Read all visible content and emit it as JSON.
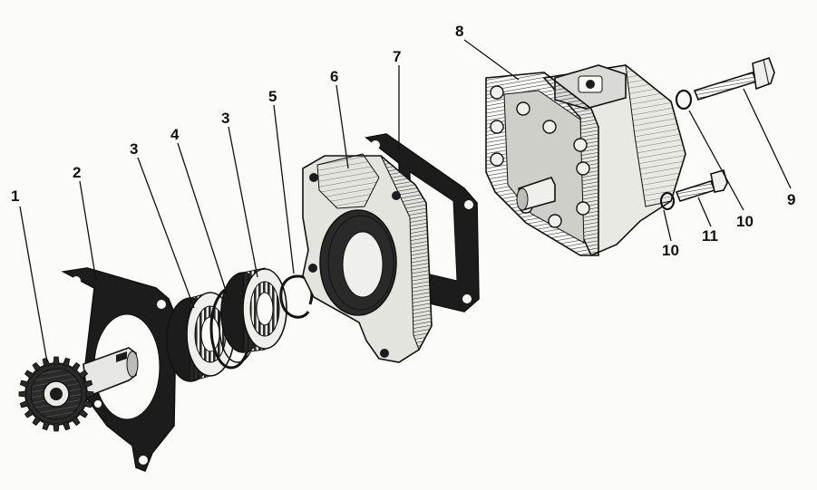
{
  "diagram": {
    "kind": "exploded-view",
    "colors": {
      "ink": "#121212",
      "paper": "#fbfbf9",
      "shade": "#5a5a5a",
      "light": "#d9d9d5"
    },
    "callouts": [
      {
        "id": "c1",
        "label": "1",
        "part": "gear-shaft"
      },
      {
        "id": "c2",
        "label": "2",
        "part": "gasket-front"
      },
      {
        "id": "c3a",
        "label": "3",
        "part": "bearing-a"
      },
      {
        "id": "c4",
        "label": "4",
        "part": "spacer-ring"
      },
      {
        "id": "c3b",
        "label": "3",
        "part": "bearing-b"
      },
      {
        "id": "c5",
        "label": "5",
        "part": "snap-ring"
      },
      {
        "id": "c6",
        "label": "6",
        "part": "flange-housing"
      },
      {
        "id": "c7",
        "label": "7",
        "part": "gasket-rear"
      },
      {
        "id": "c8",
        "label": "8",
        "part": "pump-body"
      },
      {
        "id": "c9",
        "label": "9",
        "part": "long-bolt"
      },
      {
        "id": "c10a",
        "label": "10",
        "part": "washer-upper"
      },
      {
        "id": "c11",
        "label": "11",
        "part": "short-bolt"
      },
      {
        "id": "c10b",
        "label": "10",
        "part": "washer-lower"
      }
    ]
  }
}
